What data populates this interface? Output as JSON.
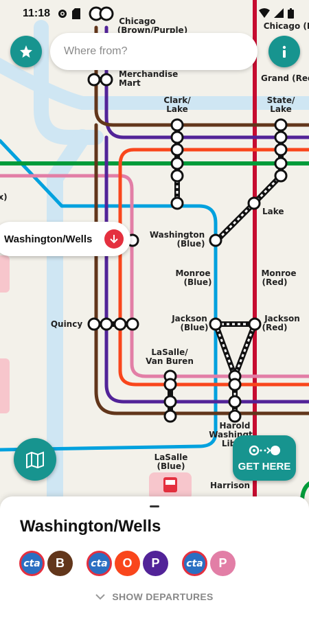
{
  "status_bar": {
    "time": "11:18"
  },
  "search": {
    "placeholder": "Where from?"
  },
  "callout": {
    "station": "Washington/Wells"
  },
  "map": {
    "labels": {
      "chicago_bp": [
        "Chicago",
        "(Brown/Purple)"
      ],
      "chicago_red": "Chicago (Re",
      "merchandise_mart": [
        "Merchandise",
        "Mart"
      ],
      "grand_red": "Grand (Red",
      "clark_lake": [
        "Clark/",
        "Lake"
      ],
      "state_lake": [
        "State/",
        "Lake"
      ],
      "lake": "Lake",
      "washington_blue": [
        "Washington",
        "(Blue)"
      ],
      "monroe_blue": [
        "Monroe",
        "(Blue)"
      ],
      "monroe_red": [
        "Monroe",
        "(Red)"
      ],
      "jackson_blue": [
        "Jackson",
        "(Blue)"
      ],
      "jackson_red": [
        "Jackson",
        "(Red)"
      ],
      "quincy": "Quincy",
      "lasalle_vanburen": [
        "LaSalle/",
        "Van Buren"
      ],
      "harold_washington": [
        "Harold",
        "Washingt",
        "Libr"
      ],
      "lasalle_blue": [
        "LaSalle",
        "(Blue)"
      ],
      "harrison": "Harrison",
      "left_edge": "x)"
    }
  },
  "get_here": {
    "label": "GET HERE"
  },
  "sheet": {
    "station": "Washington/Wells",
    "groups": [
      {
        "agency": "cta",
        "lines": [
          {
            "letter": "B",
            "color": "#62361b"
          }
        ]
      },
      {
        "agency": "cta",
        "lines": [
          {
            "letter": "O",
            "color": "#f9461c"
          },
          {
            "letter": "P",
            "color": "#522398"
          }
        ]
      },
      {
        "agency": "cta",
        "lines": [
          {
            "letter": "P",
            "color": "#e27ea6"
          }
        ]
      }
    ],
    "show_departures": "SHOW DEPARTURES"
  },
  "colors": {
    "accent": "#17948f",
    "red_line": "#c60c30",
    "blue_line": "#00a1de",
    "brown_line": "#62361b",
    "green_line": "#009b3a",
    "orange_line": "#f9461c",
    "purple_line": "#522398",
    "pink_line": "#e27ea6",
    "river": "#c7e3f2"
  }
}
